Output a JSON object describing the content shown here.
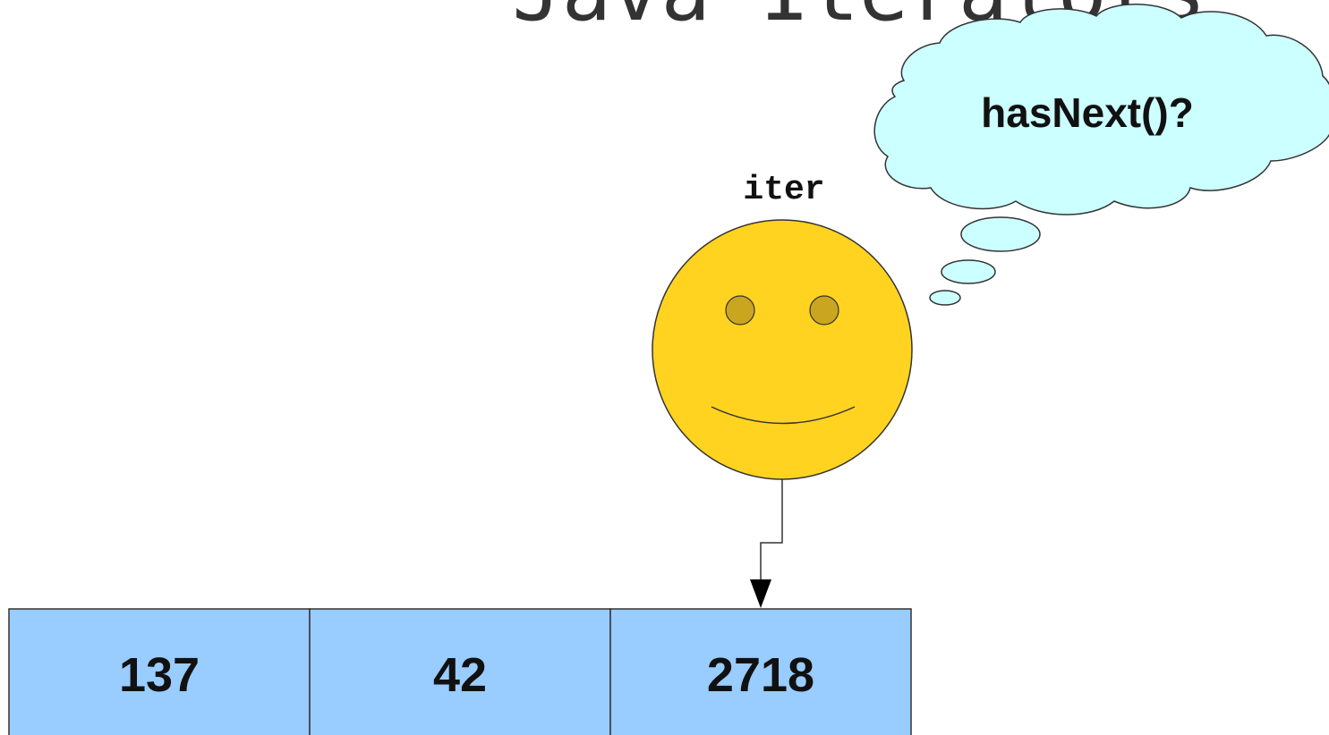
{
  "slide": {
    "title": "Java Iterators"
  },
  "iterator": {
    "label": "iter",
    "face_color": "#FFD320",
    "eye_color": "#C9A520"
  },
  "thought": {
    "text": "hasNext()?",
    "color": "#CCFFFF"
  },
  "array": {
    "cell_color": "#99CCFF",
    "cells": [
      "137",
      "42",
      "2718"
    ],
    "pointed_index": 2
  }
}
